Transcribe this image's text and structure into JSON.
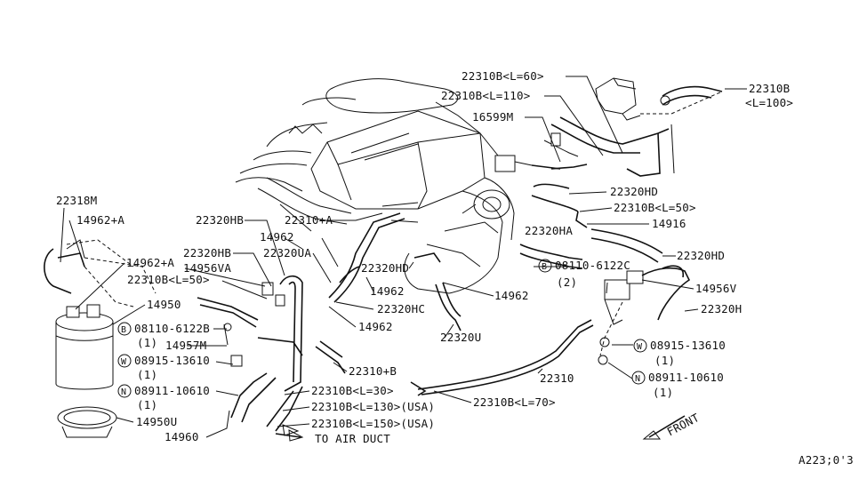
{
  "labels": {
    "l_22310B_L60": "22310B<L=60>",
    "l_22310B_L110": "22310B<L=110>",
    "l_16599M": "16599M",
    "l_22310B_top": "22310B",
    "l_L100": "<L=100>",
    "l_22318M": "22318M",
    "l_14962A_1": "14962+A",
    "l_22320HB_1": "22320HB",
    "l_22310A": "22310+A",
    "l_22320HD_1": "22320HD",
    "l_22310B_L50_r": "22310B<L=50>",
    "l_14916": "14916",
    "l_14962_1": "14962",
    "l_22320HA": "22320HA",
    "l_22320HD_2": "22320HD",
    "l_22320HB_2": "22320HB",
    "l_22320UA": "22320UA",
    "l_14962A_2": "14962+A",
    "l_14956VA": "14956VA",
    "l_22320HD_3": "22320HD",
    "l_08110_6122C": "08110-6122C",
    "l_qty2": "(2)",
    "l_22310B_L50_l": "22310B<L=50>",
    "l_14962_2": "14962",
    "l_14962_3": "14962",
    "l_14956V": "14956V",
    "l_14950": "14950",
    "l_22320HC": "22320HC",
    "l_22320H": "22320H",
    "l_08110_6122B": "08110-6122B",
    "l_qty1_a": "(1)",
    "l_14962_4": "14962",
    "l_22320U": "22320U",
    "l_14957M": "14957M",
    "l_08915_13610_l": "08915-13610",
    "l_qty1_b": "(1)",
    "l_08915_13610_r": "08915-13610",
    "l_qty1_c": "(1)",
    "l_22310B_plus": "22310+B",
    "l_22310": "22310",
    "l_08911_10610_l": "08911-10610",
    "l_qty1_d": "(1)",
    "l_08911_10610_r": "08911-10610",
    "l_qty1_e": "(1)",
    "l_22310B_L30": "22310B<L=30>",
    "l_22310B_L70": "22310B<L=70>",
    "l_22310B_L130": "22310B<L=130>(USA)",
    "l_14950U": "14950U",
    "l_22310B_L150": "22310B<L=150>(USA)",
    "l_14960": "14960",
    "l_to_air_duct": "TO AIR DUCT",
    "l_front": "FRONT",
    "l_diagram_code": "A223;0'3",
    "mark_B": "B",
    "mark_W": "W",
    "mark_N": "N"
  }
}
